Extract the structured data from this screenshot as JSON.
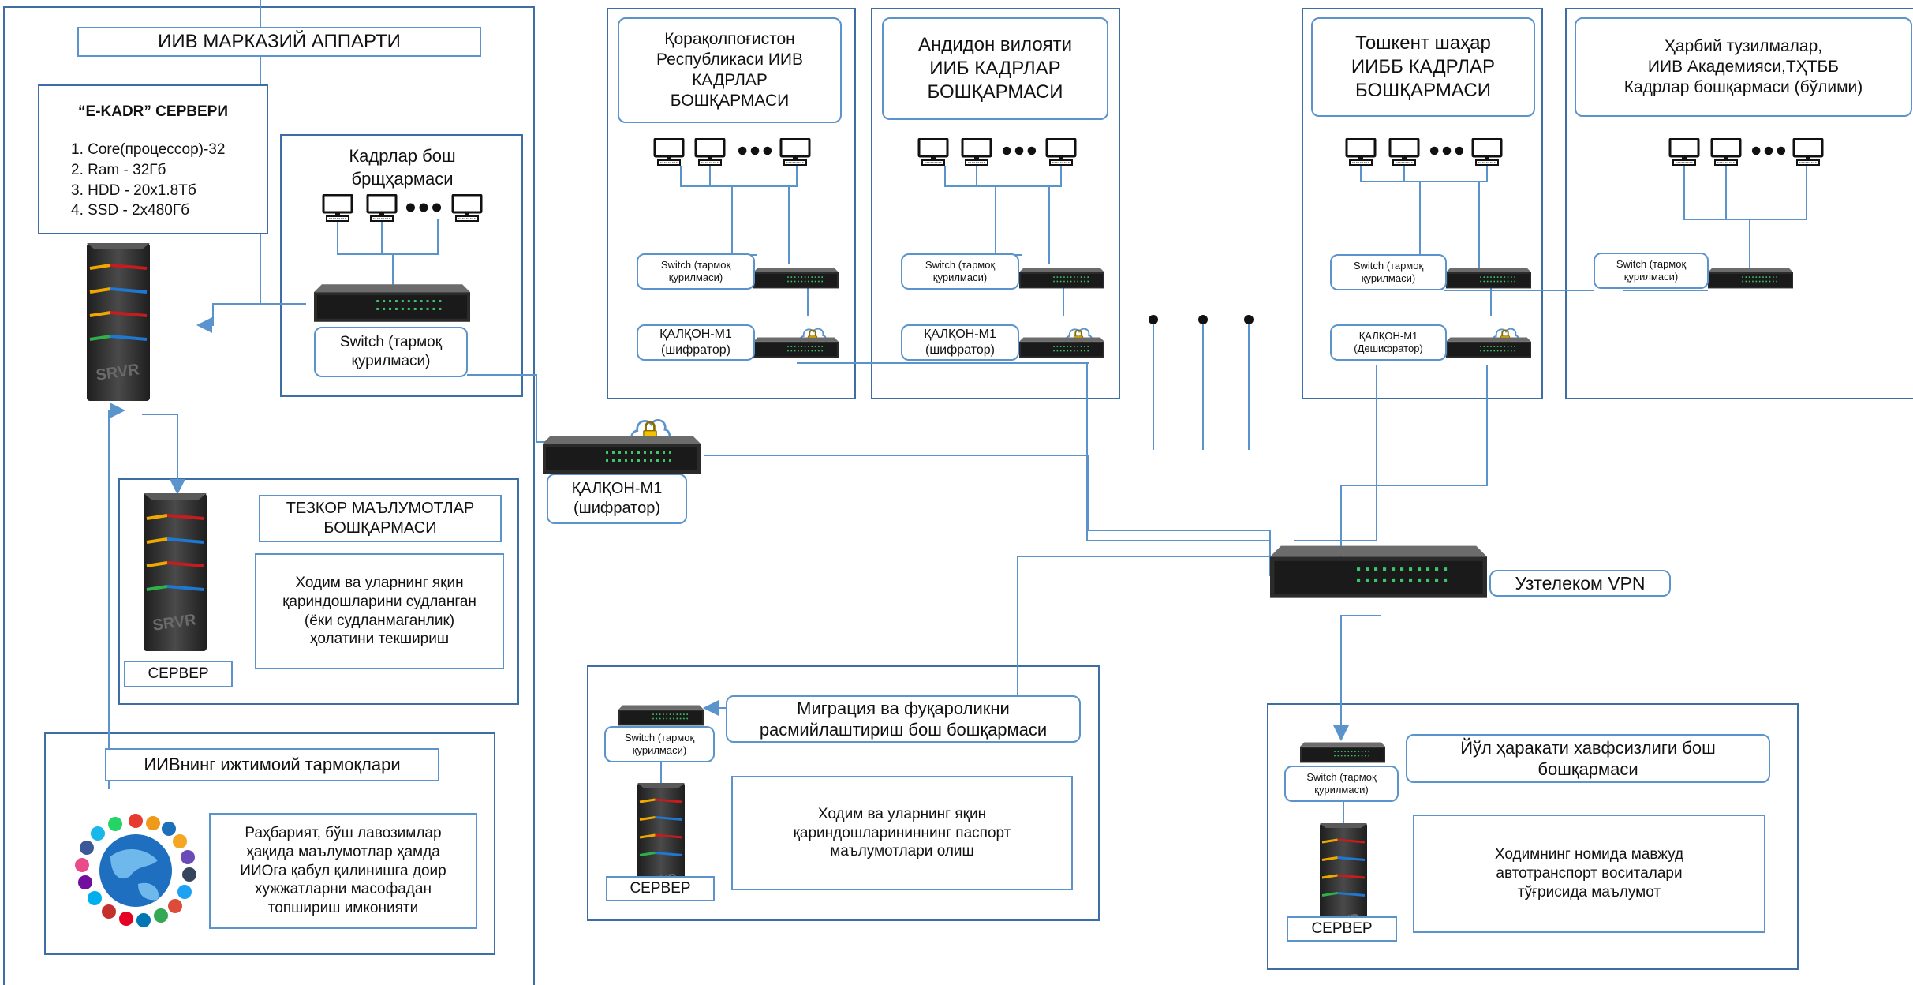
{
  "central": {
    "title": "ИИВ МАРКАЗИЙ АППАРТИ",
    "server_specs": {
      "heading": "“E-KADR” СЕРВЕРИ",
      "lines": [
        "1. Core(процессор)-32",
        "2. Ram -  32Гб",
        "3. HDD - 20x1.8Тб",
        "4. SSD - 2x480Гб"
      ]
    },
    "hr_dept": {
      "title": "Кадрлар бош\nбрщҳармаси",
      "switch_label": "Switch (тармоқ\nқурилмаси)"
    },
    "ops_dept": {
      "title": "ТЕЗКОР МАЪЛУМОТЛАР\nБОШҚАРМАСИ",
      "desc": "Ходим ва уларнинг яқин\nқариндошларини судланган\n(ёки судланмаганлик)\nҳолатини текшириш",
      "server_label": "СЕРВЕР"
    },
    "social": {
      "title": "ИИВнинг ижтимоий тармоқлари",
      "desc": "Раҳбарият, бўш лавозимлар\nҳақида  маълумотлар ҳамда\nИИОга қабул қилинишга доир\nхужжатларни масофадан\nтопшириш имконияти"
    }
  },
  "main_cipher": {
    "label": "ҚАЛҚОН-М1\n(шифратор)"
  },
  "regions": [
    {
      "title": "Қорақолпоғистон\nРеспубликаси ИИВ\nКАДРЛАР\nБОШҚАРМАСИ",
      "switch_label": "Switch (тармоқ\nқурилмаси)",
      "cipher_label": "ҚАЛҚОН-М1\n(шифратор)"
    },
    {
      "title": "Андидон вилояти\nИИБ КАДРЛАР\nБОШҚАРМАСИ",
      "switch_label": "Switch (тармоқ\nқурилмаси)",
      "cipher_label": "ҚАЛҚОН-М1\n(шифратор)"
    },
    {
      "title": "Тошкент шаҳар\nИИББ КАДРЛАР\nБОШҚАРМАСИ",
      "switch_label": "Switch (тармоқ\nқурилмаси)",
      "cipher_label": "ҚАЛҚОН-М1\n(Дешифратор)"
    },
    {
      "title": "Ҳарбий тузилмалар,\nИИВ Академияси,ТҲТББ\nКадрлар бошқармаси (бўлими)",
      "switch_label": "Switch (тармоқ\nқурилмаси)"
    }
  ],
  "vpn": {
    "label": "Узтелеком VPN"
  },
  "migration": {
    "title": "Миграция ва фуқароликни\nрасмийлаштириш бош бошқармаси",
    "switch_label": "Switch (тармоқ\nқурилмаси)",
    "desc": "Ходим ва уларнинг яқин\nқариндошларининнинг паспорт\nмаълумотлари олиш",
    "server_label": "СЕРВЕР"
  },
  "traffic": {
    "title": "Йўл ҳаракати хавфсизлиги бош\nбошқармаси",
    "switch_label": "Switch (тармоқ\nқурилмаси)",
    "desc": "Ходимнинг номида мавжуд\nавтотранспорт воситалари\nтўғрисида маълумот",
    "server_label": "СЕРВЕР"
  },
  "colors": {
    "line": "#5b93cc",
    "panel_border": "#3d6fa6",
    "device": "#3a3a3a",
    "lock": "#f2c200"
  }
}
